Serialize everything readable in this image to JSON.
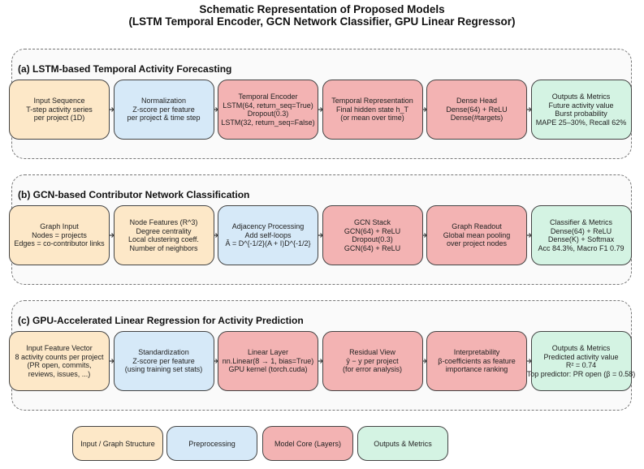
{
  "title": {
    "line1": "Schematic Representation of Proposed Models",
    "line2": "(LSTM Temporal Encoder, GCN Network Classifier, GPU Linear Regressor)"
  },
  "panels": [
    {
      "title": "(a) LSTM-based Temporal Activity Forecasting",
      "boxes": [
        {
          "category": "input",
          "lines": [
            "Input Sequence",
            "T-step activity series",
            "per project (1D)"
          ]
        },
        {
          "category": "pre",
          "lines": [
            "Normalization",
            "Z-score per feature",
            "per project & time step"
          ]
        },
        {
          "category": "core",
          "lines": [
            "Temporal Encoder",
            "LSTM(64, return_seq=True)",
            "Dropout(0.3)",
            "LSTM(32, return_seq=False)"
          ]
        },
        {
          "category": "core",
          "lines": [
            "Temporal Representation",
            "Final hidden state h_T",
            "(or mean over time)"
          ]
        },
        {
          "category": "core",
          "lines": [
            "Dense Head",
            "Dense(64) + ReLU",
            "Dense(#targets)"
          ]
        },
        {
          "category": "out",
          "lines": [
            "Outputs & Metrics",
            "Future activity value",
            "Burst probability",
            "MAPE 25–30%, Recall 62%"
          ]
        }
      ]
    },
    {
      "title": "(b) GCN-based Contributor Network Classification",
      "boxes": [
        {
          "category": "input",
          "lines": [
            "Graph Input",
            "Nodes = projects",
            "Edges = co-contributor links"
          ]
        },
        {
          "category": "input",
          "lines": [
            "Node Features (R^3)",
            "Degree centrality",
            "Local clustering coeff.",
            "Number of neighbors"
          ]
        },
        {
          "category": "pre",
          "lines": [
            "Adjacency Processing",
            "Add self-loops",
            "Â = D^{-1/2}(A + I)D^{-1/2}"
          ]
        },
        {
          "category": "core",
          "lines": [
            "GCN Stack",
            "GCN(64) + ReLU",
            "Dropout(0.3)",
            "GCN(64) + ReLU"
          ]
        },
        {
          "category": "core",
          "lines": [
            "Graph Readout",
            "Global mean pooling",
            "over project nodes"
          ]
        },
        {
          "category": "out",
          "lines": [
            "Classifier & Metrics",
            "Dense(64) + ReLU",
            "Dense(K) + Softmax",
            "Acc 84.3%, Macro F1 0.79"
          ]
        }
      ]
    },
    {
      "title": "(c) GPU-Accelerated Linear Regression for Activity Prediction",
      "boxes": [
        {
          "category": "input",
          "lines": [
            "Input Feature Vector",
            "8 activity counts per project",
            "(PR open, commits,",
            "reviews, issues, ...)"
          ]
        },
        {
          "category": "pre",
          "lines": [
            "Standardization",
            "Z-score per feature",
            "(using training set stats)"
          ]
        },
        {
          "category": "core",
          "lines": [
            "Linear Layer",
            "nn.Linear(8 → 1, bias=True)",
            "GPU kernel (torch.cuda)"
          ]
        },
        {
          "category": "core",
          "lines": [
            "Residual View",
            "ŷ − y per project",
            "(for error analysis)"
          ]
        },
        {
          "category": "core",
          "lines": [
            "Interpretability",
            "β-coefficients as feature",
            "importance ranking"
          ]
        },
        {
          "category": "out",
          "lines": [
            "Outputs & Metrics",
            "Predicted activity value",
            "R² = 0.74",
            "Top predictor: PR open (β = 0.58)"
          ]
        }
      ]
    }
  ],
  "legend": [
    {
      "category": "input",
      "label": "Input / Graph Structure"
    },
    {
      "category": "pre",
      "label": "Preprocessing"
    },
    {
      "category": "core",
      "label": "Model Core (Layers)"
    },
    {
      "category": "out",
      "label": "Outputs & Metrics"
    }
  ],
  "colors": {
    "input": "#fde8c8",
    "pre": "#d6e9f8",
    "core": "#f3b3b3",
    "out": "#d4f3e3",
    "border": "#444444",
    "arrow": "#444444"
  }
}
